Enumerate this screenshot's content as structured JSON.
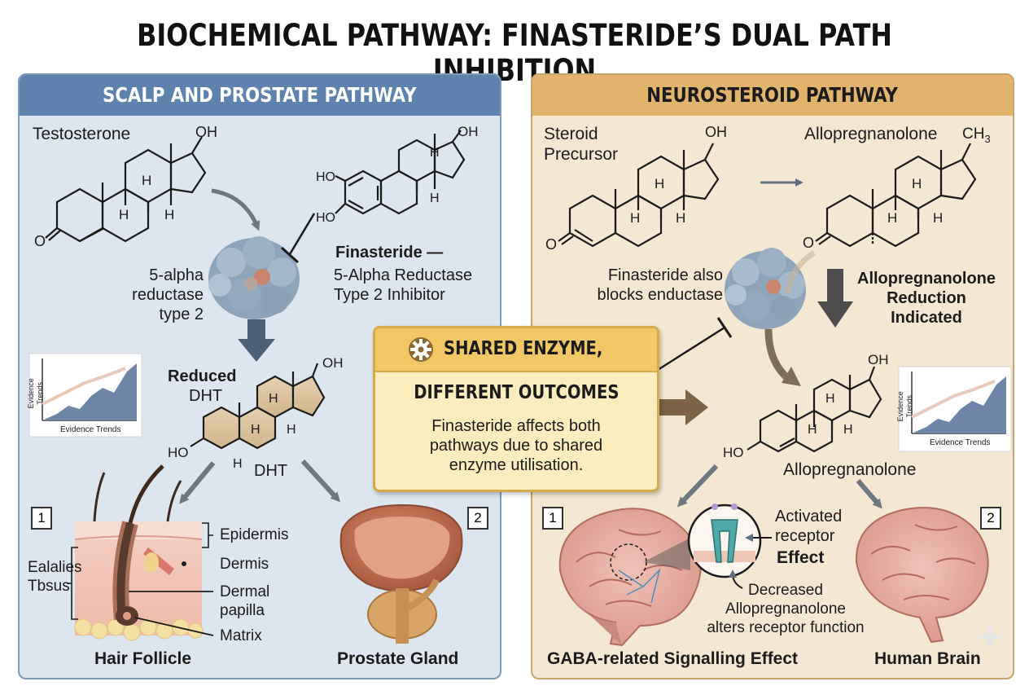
{
  "title": "BIOCHEMICAL PATHWAY: FINASTERIDE’S DUAL PATH INHIBITION",
  "left": {
    "header": "SCALP AND PROSTATE PATHWAY",
    "testosterone": "Testosterone",
    "oh": "OH",
    "o": "O",
    "h": "H",
    "ho": "HO",
    "enzyme": [
      "5-alpha",
      "reductase",
      "type 2"
    ],
    "finasteride_title": "Finasteride —",
    "finasteride_desc": [
      "5-Alpha Reductase",
      "Type 2 Inhibitor"
    ],
    "reduced": "Reduced",
    "dht": "DHT",
    "dht_label": "DHT",
    "evidence": "Evidence Trends",
    "evidence_axis": "Evidence Trends",
    "step1": "1",
    "step2": "2",
    "epidermis": "Epidermis",
    "dermis": "Dermis",
    "dermal_papilla": [
      "Dermal",
      "papilla"
    ],
    "matrix": "Matrix",
    "side_label": [
      "Ealalies",
      "Tbsus"
    ],
    "hair_follicle": "Hair Follicle",
    "prostate_gland": "Prostate Gland"
  },
  "right": {
    "header": "NEUROSTEROID PATHWAY",
    "steroid_precursor": [
      "Steroid",
      "Precursor"
    ],
    "allopregnanolone_top": "Allopregnanolone",
    "ch3": "CH",
    "ch3_sub": "3",
    "oh": "OH",
    "o": "O",
    "h": "H",
    "ho": "HO",
    "finasteride_also": [
      "Finasteride also",
      "blocks enductase"
    ],
    "reduction": [
      "Allopregnanolone",
      "Reduction",
      "Indicated"
    ],
    "allopregnanolone_bottom": "Allopregnanolone",
    "evidence": "Evidence Trends",
    "evidence_axis": "Evidence Trends",
    "step1": "1",
    "step2": "2",
    "activated": [
      "Activated",
      "receptor"
    ],
    "effect": "Effect",
    "decreased": [
      "Decreased",
      "Allopregnanolone",
      "alters receptor function"
    ],
    "gaba": "GABA-related Signalling Effect",
    "human_brain": "Human Brain"
  },
  "callout": {
    "line1": "SHARED ENZYME,",
    "line2": "DIFFERENT OUTCOMES",
    "body": [
      "Finasteride affects both",
      "pathways due to shared",
      "enzyme utilisation."
    ],
    "icon": "gear-icon"
  },
  "colors": {
    "left_header": "#5c82ad",
    "right_header": "#e1b36d",
    "callout_fill": "#fbedbd",
    "arrow_dark": "#4d6178",
    "arrow_brown": "#7e6347"
  }
}
